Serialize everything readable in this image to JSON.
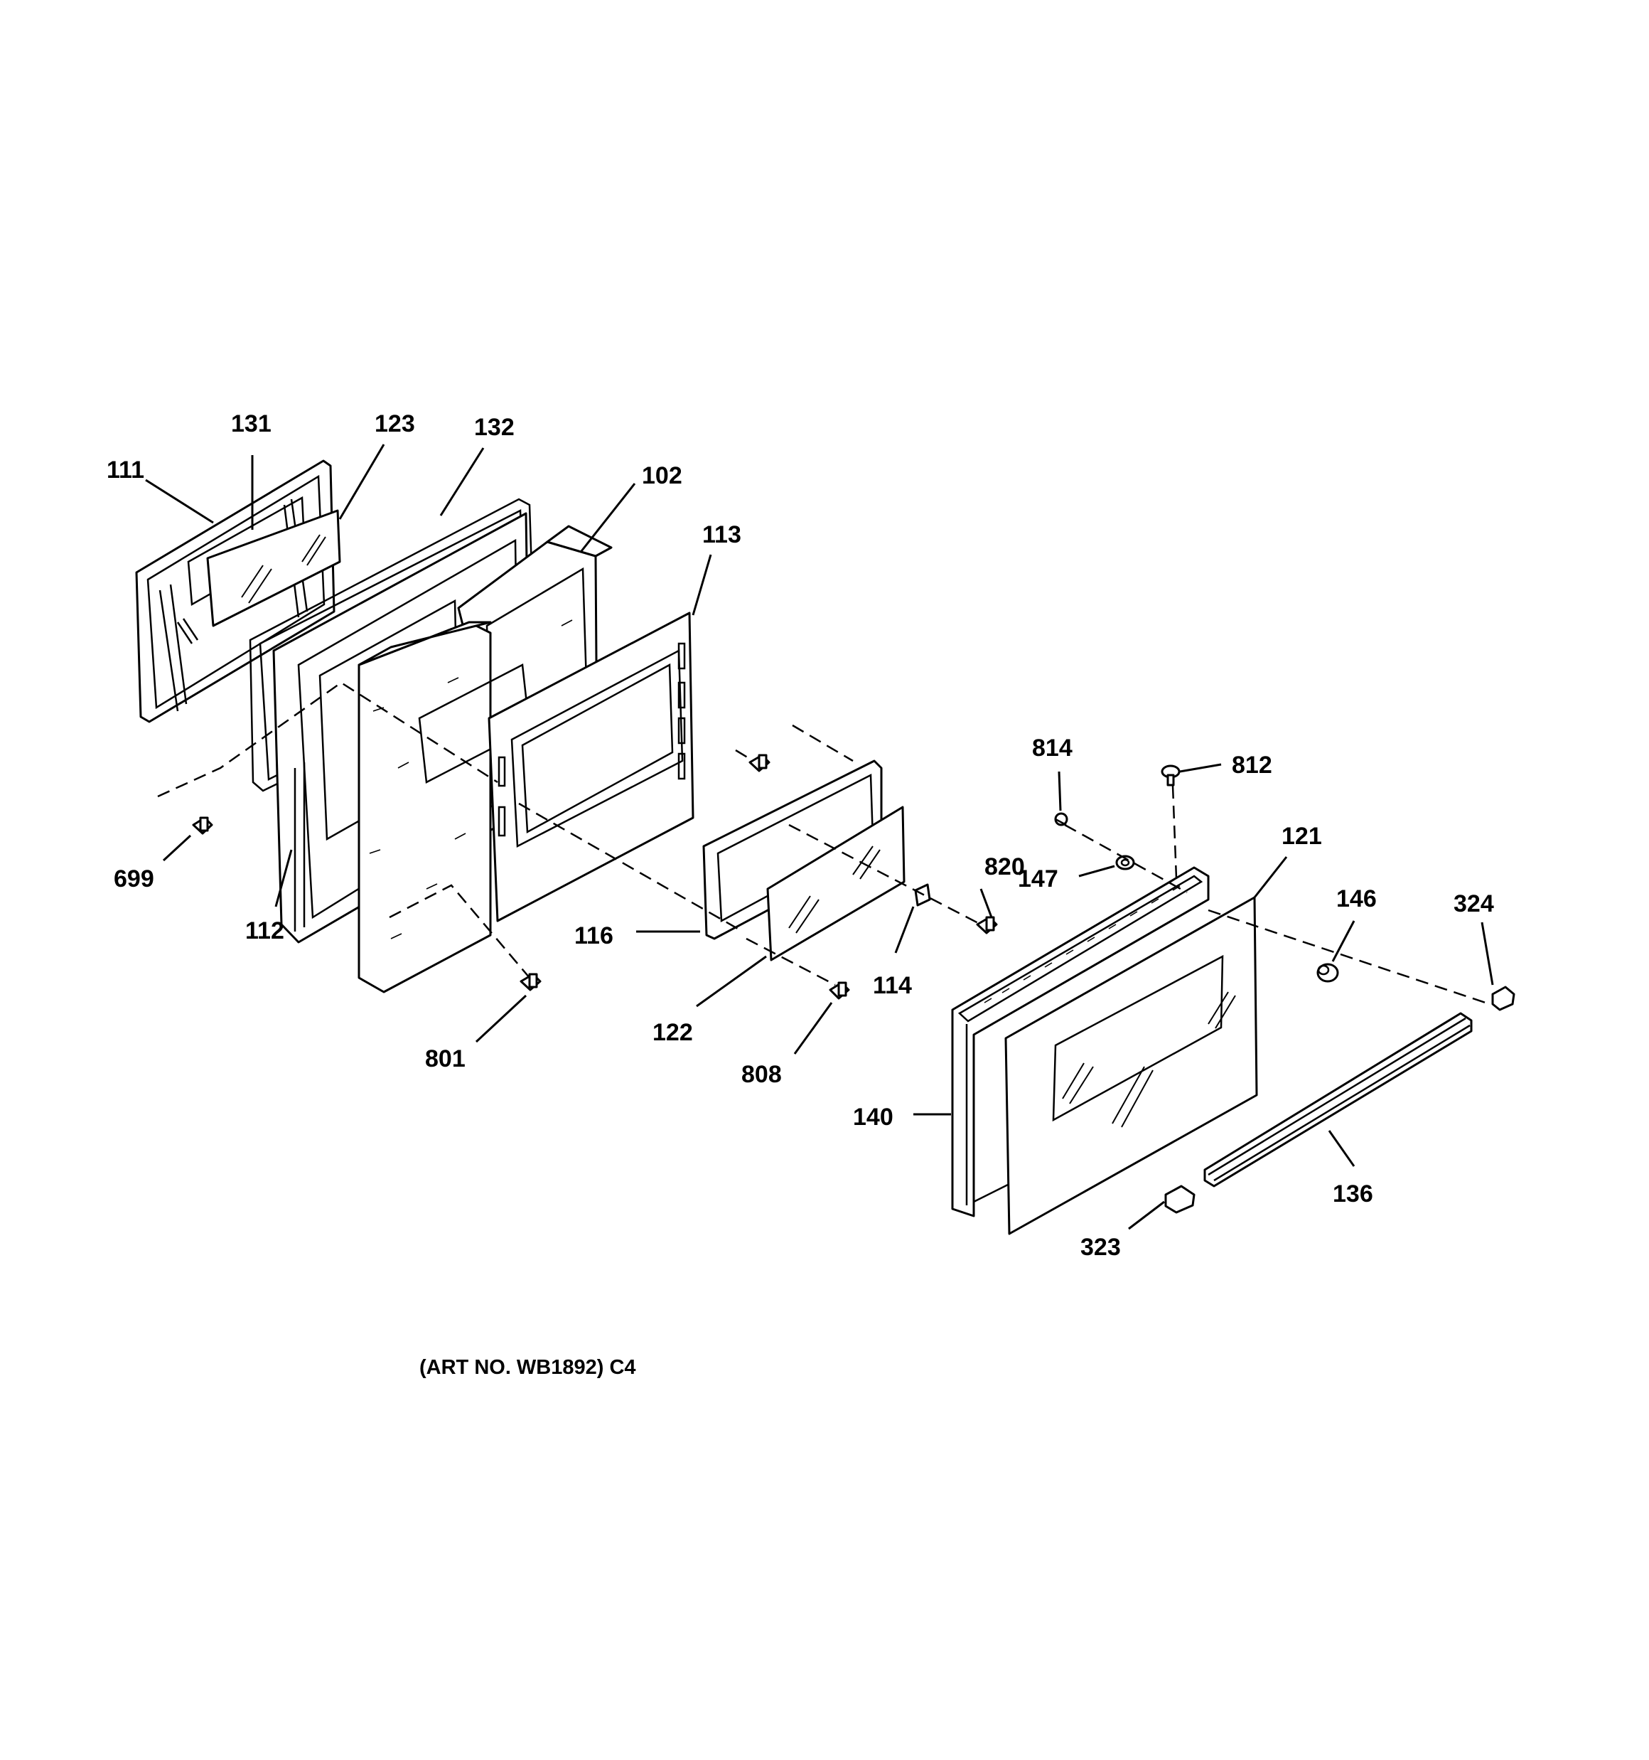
{
  "diagram": {
    "art_number": "(ART NO. WB1892) C4",
    "callouts": {
      "p111": "111",
      "p131": "131",
      "p123": "123",
      "p132": "132",
      "p102": "102",
      "p113": "113",
      "p699": "699",
      "p112": "112",
      "p116": "116",
      "p801": "801",
      "p122": "122",
      "p808": "808",
      "p114": "114",
      "p820": "820",
      "p814": "814",
      "p812": "812",
      "p147": "147",
      "p121": "121",
      "p146": "146",
      "p324": "324",
      "p140": "140",
      "p136": "136",
      "p323": "323"
    }
  }
}
